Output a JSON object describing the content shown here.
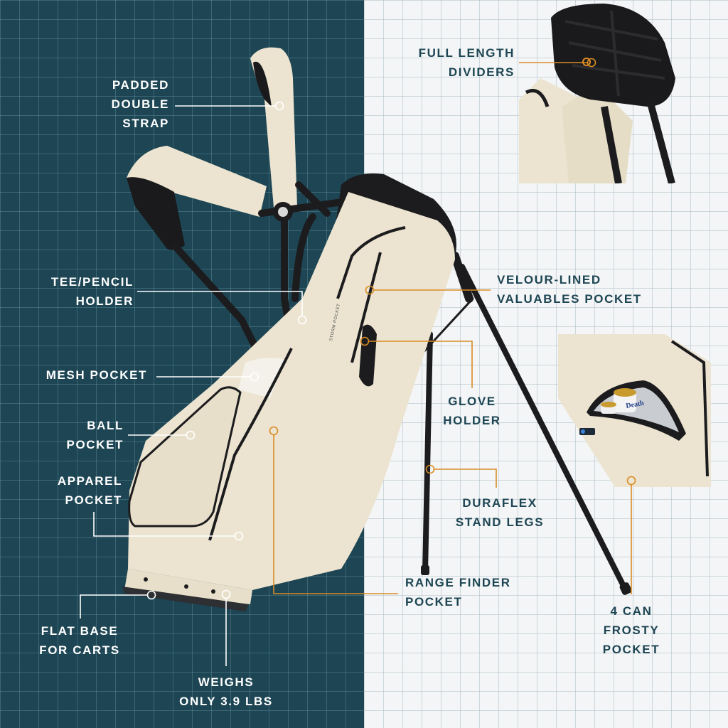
{
  "product": {
    "body_color": "#ece4d0",
    "trim_color": "#1c1c1e",
    "brand_text_on_bag": "STORM POCKET"
  },
  "theme": {
    "left_bg": "#1d4553",
    "right_bg": "#f3f5f6",
    "callout_light": "#ffffff",
    "callout_accent": "#d98c25",
    "label_dark": "#1d4553"
  },
  "callouts": {
    "padded_double_strap": {
      "line1": "PADDED",
      "line2": "DOUBLE",
      "line3": "STRAP"
    },
    "full_length_dividers": {
      "line1": "FULL LENGTH",
      "line2": "DIVIDERS"
    },
    "tee_pencil_holder": {
      "line1": "TEE/PENCIL",
      "line2": "HOLDER"
    },
    "velour_lined_pocket": {
      "line1": "VELOUR-LINED",
      "line2": "VALUABLES POCKET"
    },
    "mesh_pocket": {
      "line1": "MESH POCKET"
    },
    "glove_holder": {
      "line1": "GLOVE",
      "line2": "HOLDER"
    },
    "ball_pocket": {
      "line1": "BALL",
      "line2": "POCKET"
    },
    "apparel_pocket": {
      "line1": "APPAREL",
      "line2": "POCKET"
    },
    "duraflex_stand_legs": {
      "line1": "DURAFLEX",
      "line2": "STAND LEGS"
    },
    "range_finder_pocket": {
      "line1": "RANGE FINDER",
      "line2": "POCKET"
    },
    "four_can_frosty_pocket": {
      "line1": "4 CAN",
      "line2": "FROSTY",
      "line3": "POCKET"
    },
    "flat_base": {
      "line1": "FLAT BASE",
      "line2": "FOR CARTS"
    },
    "weight": {
      "line1": "WEIGHS",
      "line2": "ONLY 3.9 LBS"
    }
  }
}
